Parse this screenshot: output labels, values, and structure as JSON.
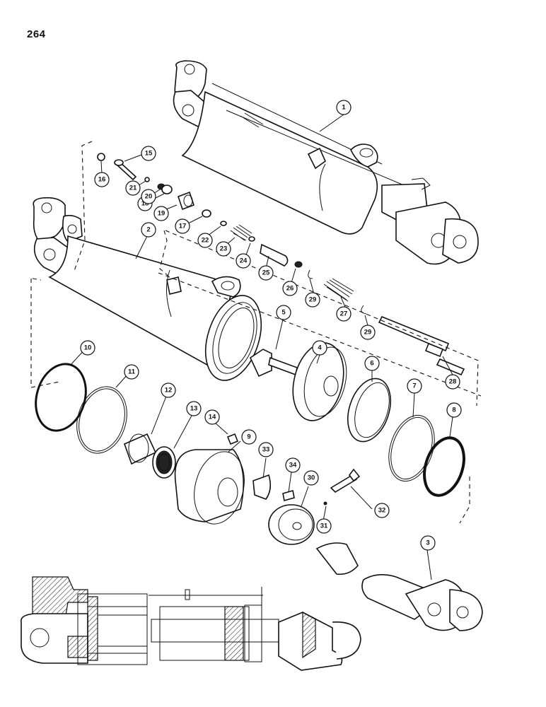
{
  "page": {
    "number": "264"
  },
  "callouts": [
    {
      "id": "c1",
      "label": "1"
    },
    {
      "id": "c2",
      "label": "2"
    },
    {
      "id": "c3",
      "label": "3"
    },
    {
      "id": "c4",
      "label": "4"
    },
    {
      "id": "c5",
      "label": "5"
    },
    {
      "id": "c6",
      "label": "6"
    },
    {
      "id": "c7",
      "label": "7"
    },
    {
      "id": "c8",
      "label": "8"
    },
    {
      "id": "c9",
      "label": "9"
    },
    {
      "id": "c10",
      "label": "10"
    },
    {
      "id": "c11",
      "label": "11"
    },
    {
      "id": "c12",
      "label": "12"
    },
    {
      "id": "c13",
      "label": "13"
    },
    {
      "id": "c14",
      "label": "14"
    },
    {
      "id": "c15",
      "label": "15"
    },
    {
      "id": "c16",
      "label": "16"
    },
    {
      "id": "c17",
      "label": "17"
    },
    {
      "id": "c18",
      "label": "18"
    },
    {
      "id": "c19",
      "label": "19"
    },
    {
      "id": "c20",
      "label": "20"
    },
    {
      "id": "c21",
      "label": "21"
    },
    {
      "id": "c22",
      "label": "22"
    },
    {
      "id": "c23",
      "label": "23"
    },
    {
      "id": "c24",
      "label": "24"
    },
    {
      "id": "c25",
      "label": "25"
    },
    {
      "id": "c26",
      "label": "26"
    },
    {
      "id": "c27",
      "label": "27"
    },
    {
      "id": "c28",
      "label": "28"
    },
    {
      "id": "c29a",
      "label": "29"
    },
    {
      "id": "c29b",
      "label": "29"
    },
    {
      "id": "c30",
      "label": "30"
    },
    {
      "id": "c31",
      "label": "31"
    },
    {
      "id": "c32",
      "label": "32"
    },
    {
      "id": "c33",
      "label": "33"
    },
    {
      "id": "c34",
      "label": "34"
    }
  ]
}
